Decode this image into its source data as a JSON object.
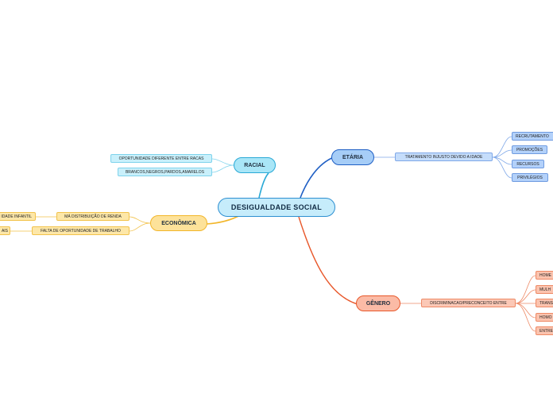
{
  "central": {
    "label": "DESIGUALDADE SOCIAL"
  },
  "branches": {
    "racial": {
      "label": "RACIAL",
      "color": "#29a9d6",
      "subs": [
        "OPORTUNIDADE DIFERENTE ENTRE RACAS",
        "BRANCOS,NEGROS,PARDOS,AMARELOS"
      ]
    },
    "etaria": {
      "label": "ETÁRIA",
      "color": "#1f5fc4",
      "sub": "TRATAMENTO INJUSTO DEVIDO A IDADE",
      "leaves": [
        "RECRUTAMENTO",
        "PROMOÇÕES",
        "RECURSOS",
        "PRIVILÉGIOS"
      ]
    },
    "economica": {
      "label": "ECONÔMICA",
      "color": "#f2b62a",
      "subs": [
        "MÁ DISTRIBUIÇÃO DE RENDA",
        "FALTA DE OPORTUNIDADE DE TRABALHO"
      ],
      "leaves": [
        "IDADE INFANTIL",
        "AIS"
      ]
    },
    "genero": {
      "label": "GÊNERO",
      "color": "#e8572a",
      "sub": "DISCRIMINACAO/PRECONCEITO ENTRE",
      "leaves": [
        "HOME",
        "MULH",
        "TRANS",
        "HOMO",
        "ENTRE"
      ]
    }
  }
}
